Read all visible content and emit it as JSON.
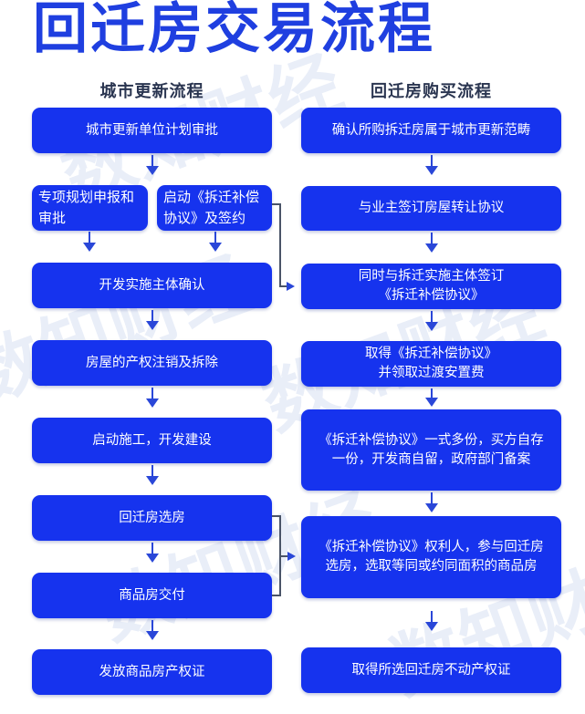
{
  "title": "回迁房交易流程",
  "watermark": "数知财经",
  "colors": {
    "title": "#1f3fe0",
    "box": "#1633ee",
    "box_text": "#ffffff",
    "arrow": "#2a47d8",
    "connector": "#4a5468",
    "column_title": "#2a3550"
  },
  "left_column": {
    "title": "城市更新流程",
    "steps": [
      "城市更新单位计划审批",
      "专项规划申报和\n审批",
      "启动《拆迁补偿\n协议》及签约",
      "开发实施主体确认",
      "房屋的产权注销及拆除",
      "启动施工，开发建设",
      "回迁房选房",
      "商品房交付",
      "发放商品房产权证"
    ]
  },
  "right_column": {
    "title": "回迁房购买流程",
    "steps": [
      "确认所购拆迁房属于城市更新范畴",
      "与业主签订房屋转让协议",
      "同时与拆迁实施主体签订\n《拆迁补偿协议》",
      "取得《拆迁补偿协议》\n并领取过渡安置费",
      "《拆迁补偿协议》一式多份，买方自存\n一份，开发商自留，政府部门备案",
      "《拆迁补偿协议》权利人，参与回迁房\n选房，选取等同或约同面积的商品房",
      "取得所选回迁房不动产权证"
    ]
  },
  "connectors": [
    {
      "from": "left.step3",
      "to": "right.step3"
    },
    {
      "from": "left.step7+left.step8",
      "to": "right.step6"
    }
  ]
}
